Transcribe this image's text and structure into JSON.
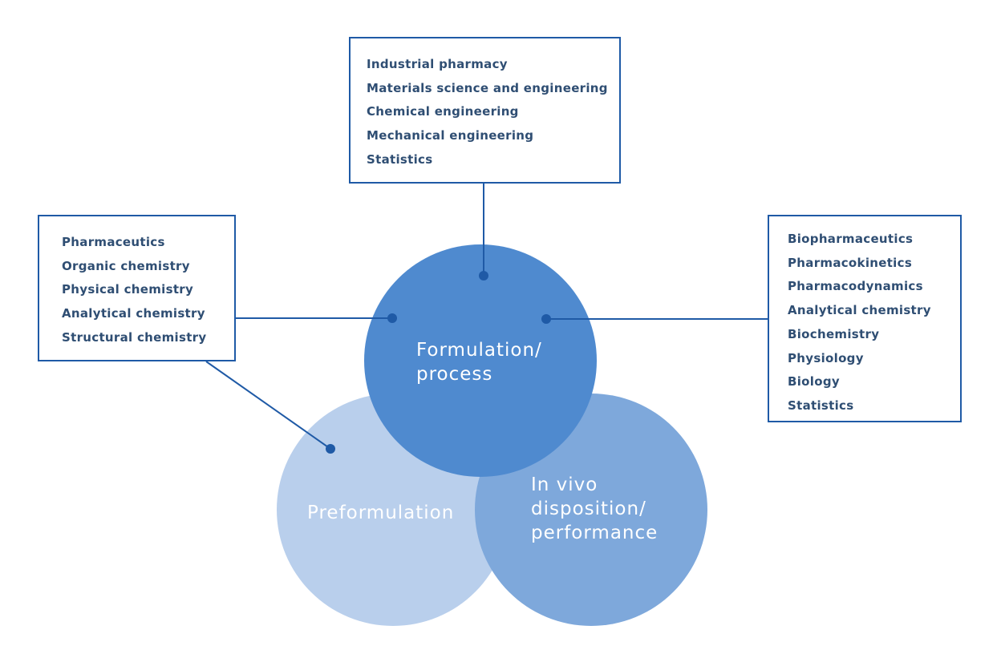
{
  "colors": {
    "preformulation_circle": "#b9cfec",
    "invivo_circle": "#7ea8db",
    "formulation_circle": "#4f8acf",
    "connector": "#1f5aa6",
    "box_border": "#1f5aa6",
    "box_text": "#2f4e73",
    "circle_text": "#ffffff"
  },
  "circles": {
    "formulation": {
      "lines": [
        "Formulation/",
        "process"
      ]
    },
    "preformulation": {
      "lines": [
        "Preformulation"
      ]
    },
    "invivo": {
      "lines": [
        "In vivo",
        "disposition/",
        "performance"
      ]
    }
  },
  "boxes": {
    "top": {
      "items": [
        "Industrial pharmacy",
        "Materials science and engineering",
        "Chemical engineering",
        "Mechanical engineering",
        "Statistics"
      ]
    },
    "left": {
      "items": [
        "Pharmaceutics",
        "Organic chemistry",
        "Physical chemistry",
        "Analytical chemistry",
        "Structural chemistry"
      ]
    },
    "right": {
      "items": [
        "Biopharmaceutics",
        "Pharmacokinetics",
        "Pharmacodynamics",
        "Analytical chemistry",
        "Biochemistry",
        "Physiology",
        "Biology",
        "Statistics"
      ]
    }
  }
}
